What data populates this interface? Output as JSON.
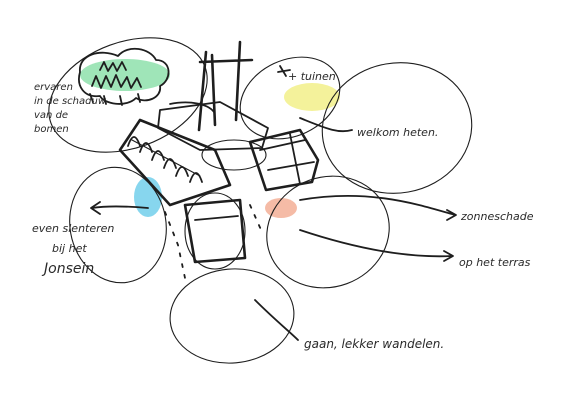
{
  "annotations": {
    "trees_note": [
      "ervaren",
      "in de schaduw",
      "van de",
      "bomen"
    ],
    "garden_note": "+ tuinen",
    "welcome_note": "welkom heten.",
    "stroll_note": [
      "even slenteren",
      "bij het",
      "Jonsein"
    ],
    "sunshade_note": "zonneschade",
    "terrace_note": "op het terras",
    "walking_note": "gaan, lekker wandelen."
  },
  "colors": {
    "ink": "#1e1e1e",
    "green_wash": "#7fdca0",
    "yellow_wash": "#f0ee7a",
    "blue_wash": "#5fc8e8",
    "orange_wash": "#f2a488"
  }
}
